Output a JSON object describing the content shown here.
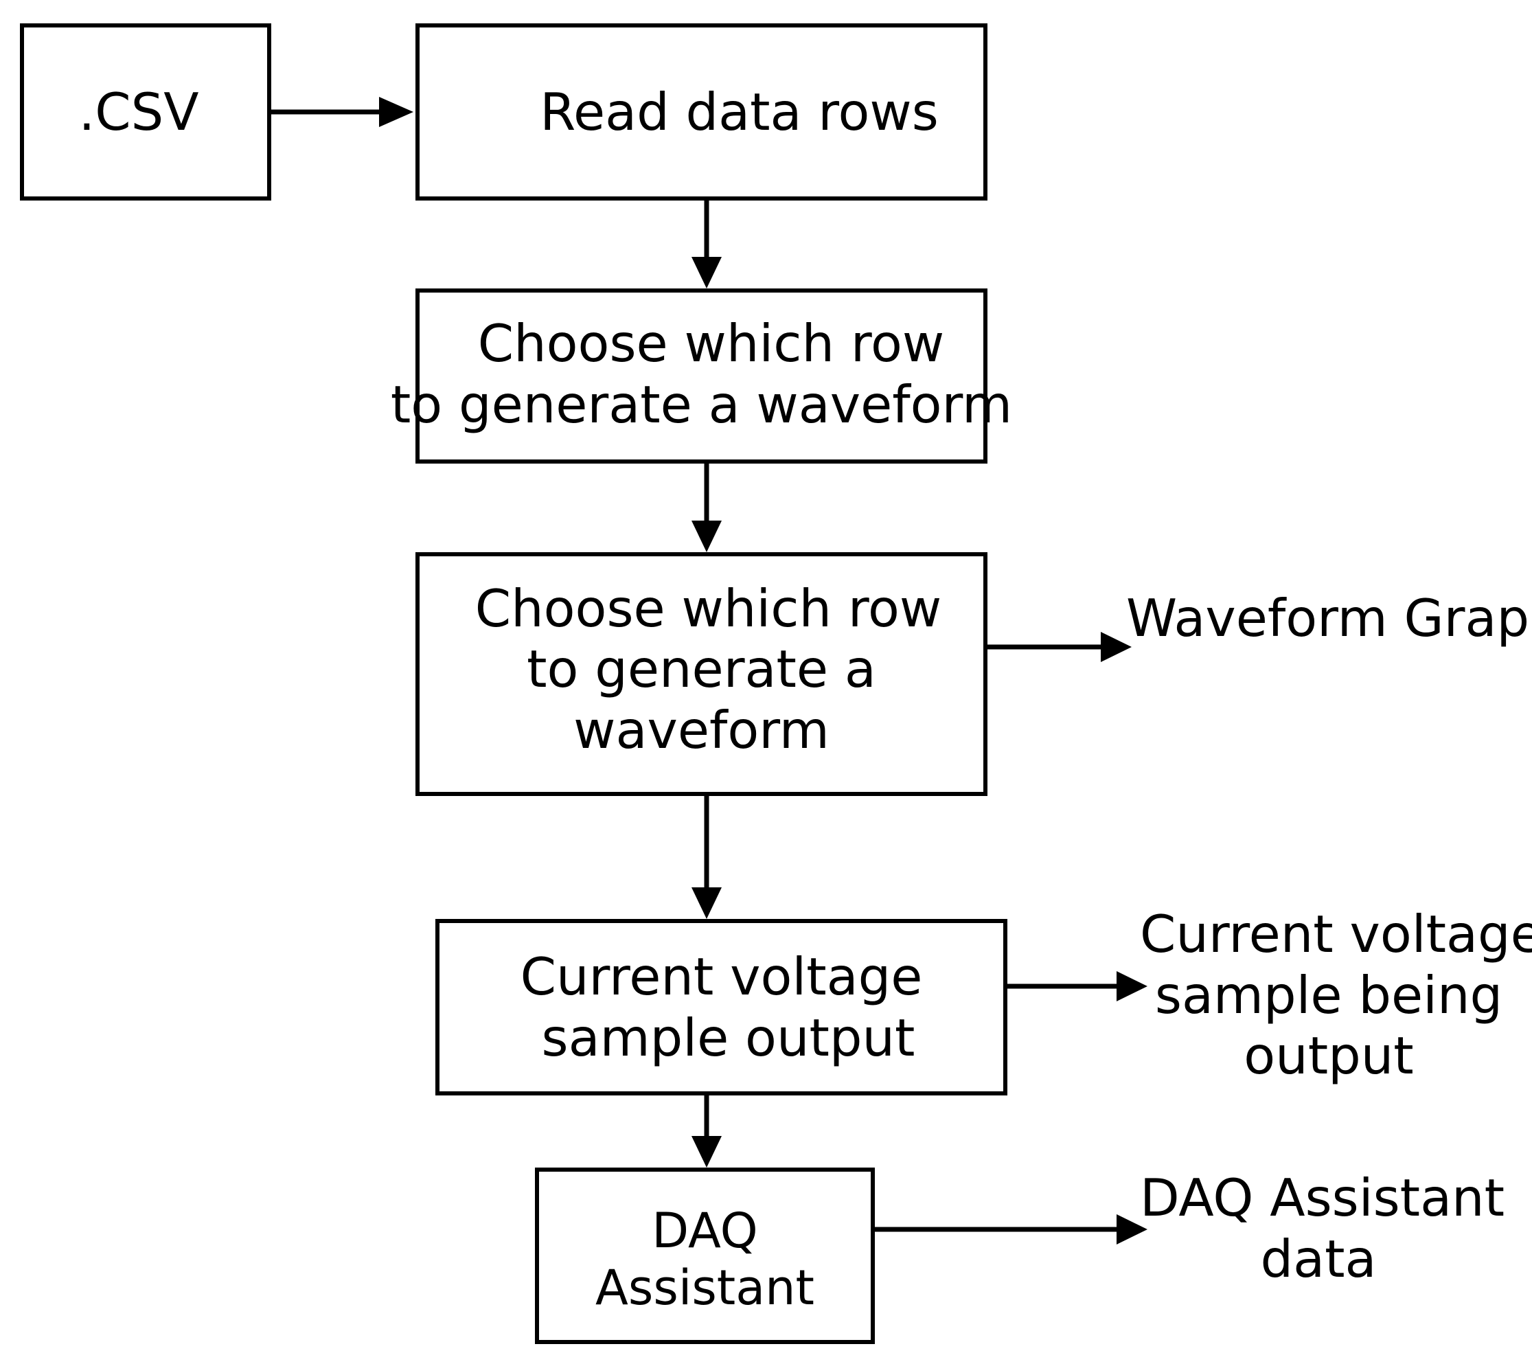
{
  "nodes": {
    "csv": {
      "text": ".CSV"
    },
    "read_rows": {
      "text": "Read data rows"
    },
    "choose_row_1": {
      "line1": "Choose which row",
      "line2": "to generate a waveform"
    },
    "choose_row_2": {
      "line1": "Choose which row",
      "line2": "to generate a",
      "line3": "waveform"
    },
    "voltage_output": {
      "line1": "Current voltage",
      "line2": "sample output"
    },
    "daq": {
      "text": "DAQ Assistant"
    }
  },
  "outputs": {
    "waveform_graph": {
      "text": "Waveform Graph"
    },
    "voltage_sample": {
      "line1": "Current voltage",
      "line2": "sample being",
      "line3": "output"
    },
    "daq_data": {
      "line1": "DAQ Assistant",
      "line2": "data"
    }
  }
}
